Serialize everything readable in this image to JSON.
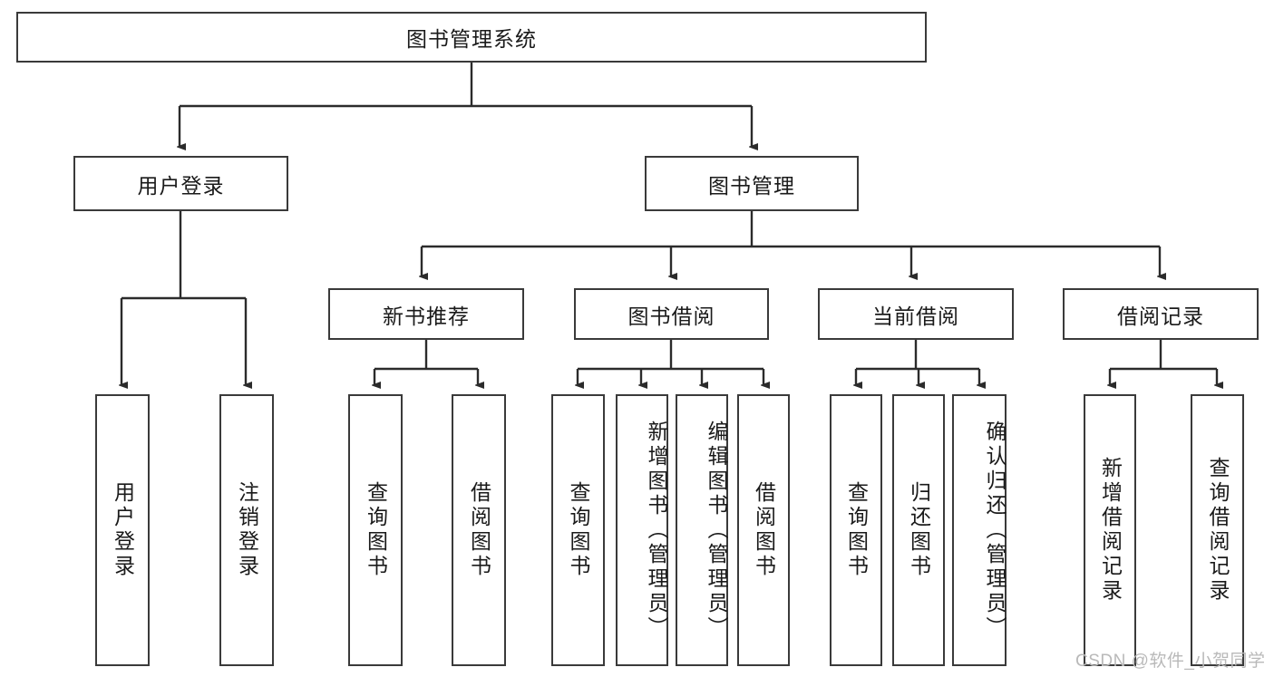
{
  "diagram": {
    "type": "tree-hierarchy",
    "title": "图书管理系统",
    "watermark": "CSDN @软件_小贺同学",
    "colors": {
      "box_border": "#3a3a3a",
      "box_fill": "#ffffff",
      "connector": "#2b2b2b",
      "text": "#1a1a1a",
      "watermark": "#b9b9b9",
      "background": "#ffffff"
    },
    "levels": {
      "root": {
        "label": "图书管理系统"
      },
      "level2": [
        {
          "id": "user-login",
          "label": "用户登录"
        },
        {
          "id": "book-management",
          "label": "图书管理"
        }
      ],
      "level3": [
        {
          "id": "new-book-recommend",
          "label": "新书推荐"
        },
        {
          "id": "book-borrow",
          "label": "图书借阅"
        },
        {
          "id": "current-borrow",
          "label": "当前借阅"
        },
        {
          "id": "borrow-record",
          "label": "借阅记录"
        }
      ],
      "leaves": {
        "user_login": [
          {
            "id": "leaf-user-login",
            "label": "用户登录"
          },
          {
            "id": "leaf-user-logout",
            "label": "注销登录"
          }
        ],
        "new_book_recommend": [
          {
            "id": "leaf-query-book-1",
            "label": "查询图书"
          },
          {
            "id": "leaf-borrow-book-1",
            "label": "借阅图书"
          }
        ],
        "book_borrow": [
          {
            "id": "leaf-query-book-2",
            "label": "查询图书"
          },
          {
            "id": "leaf-add-book",
            "label": "新增图书（管理员）"
          },
          {
            "id": "leaf-edit-book",
            "label": "编辑图书（管理员）"
          },
          {
            "id": "leaf-borrow-book-2",
            "label": "借阅图书"
          }
        ],
        "current_borrow": [
          {
            "id": "leaf-query-book-3",
            "label": "查询图书"
          },
          {
            "id": "leaf-return-book",
            "label": "归还图书"
          },
          {
            "id": "leaf-confirm-return",
            "label": "确认归还（管理员）"
          }
        ],
        "borrow_record": [
          {
            "id": "leaf-add-borrow-record",
            "label": "新增借阅记录"
          },
          {
            "id": "leaf-query-borrow-record",
            "label": "查询借阅记录"
          }
        ]
      }
    }
  }
}
